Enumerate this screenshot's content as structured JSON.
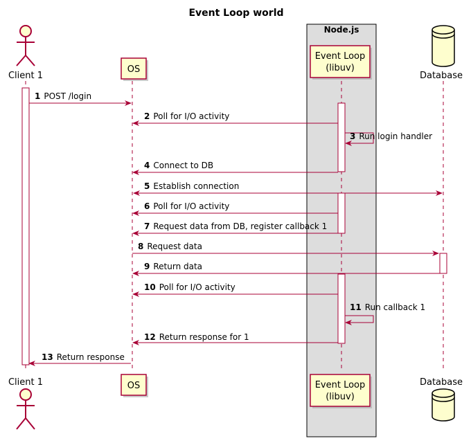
{
  "diagram": {
    "title": "Event Loop world",
    "box": {
      "label": "Node.js",
      "fill": "#dddddd"
    },
    "colors": {
      "arrow": "#a80036",
      "participant_fill": "#fefece",
      "border": "#a80036",
      "lifeline": "#a80036"
    },
    "participants": [
      {
        "id": "client",
        "type": "actor",
        "label": "Client 1",
        "icon": "actor-icon"
      },
      {
        "id": "os",
        "type": "participant",
        "label": "OS"
      },
      {
        "id": "eventloop",
        "type": "participant",
        "label": "Event Loop",
        "sublabel": "(libuv)"
      },
      {
        "id": "db",
        "type": "database",
        "label": "Database",
        "icon": "database-icon"
      }
    ],
    "messages": [
      {
        "num": "1",
        "text": "POST /login",
        "from": "client",
        "to": "os"
      },
      {
        "num": "2",
        "text": "Poll for I/O activity",
        "from": "eventloop",
        "to": "os"
      },
      {
        "num": "3",
        "text": "Run login handler",
        "from": "eventloop",
        "to": "eventloop"
      },
      {
        "num": "4",
        "text": "Connect to DB",
        "from": "eventloop",
        "to": "os"
      },
      {
        "num": "5",
        "text": "Establish connection",
        "from": "os",
        "to": "db",
        "bidirectional": true
      },
      {
        "num": "6",
        "text": "Poll for I/O activity",
        "from": "eventloop",
        "to": "os"
      },
      {
        "num": "7",
        "text": "Request data from DB, register callback 1",
        "from": "eventloop",
        "to": "os"
      },
      {
        "num": "8",
        "text": "Request data",
        "from": "os",
        "to": "db"
      },
      {
        "num": "9",
        "text": "Return data",
        "from": "db",
        "to": "os"
      },
      {
        "num": "10",
        "text": "Poll for I/O activity",
        "from": "eventloop",
        "to": "os"
      },
      {
        "num": "11",
        "text": "Run callback 1",
        "from": "eventloop",
        "to": "eventloop"
      },
      {
        "num": "12",
        "text": "Return response for 1",
        "from": "eventloop",
        "to": "os"
      },
      {
        "num": "13",
        "text": "Return response",
        "from": "os",
        "to": "client"
      }
    ]
  }
}
